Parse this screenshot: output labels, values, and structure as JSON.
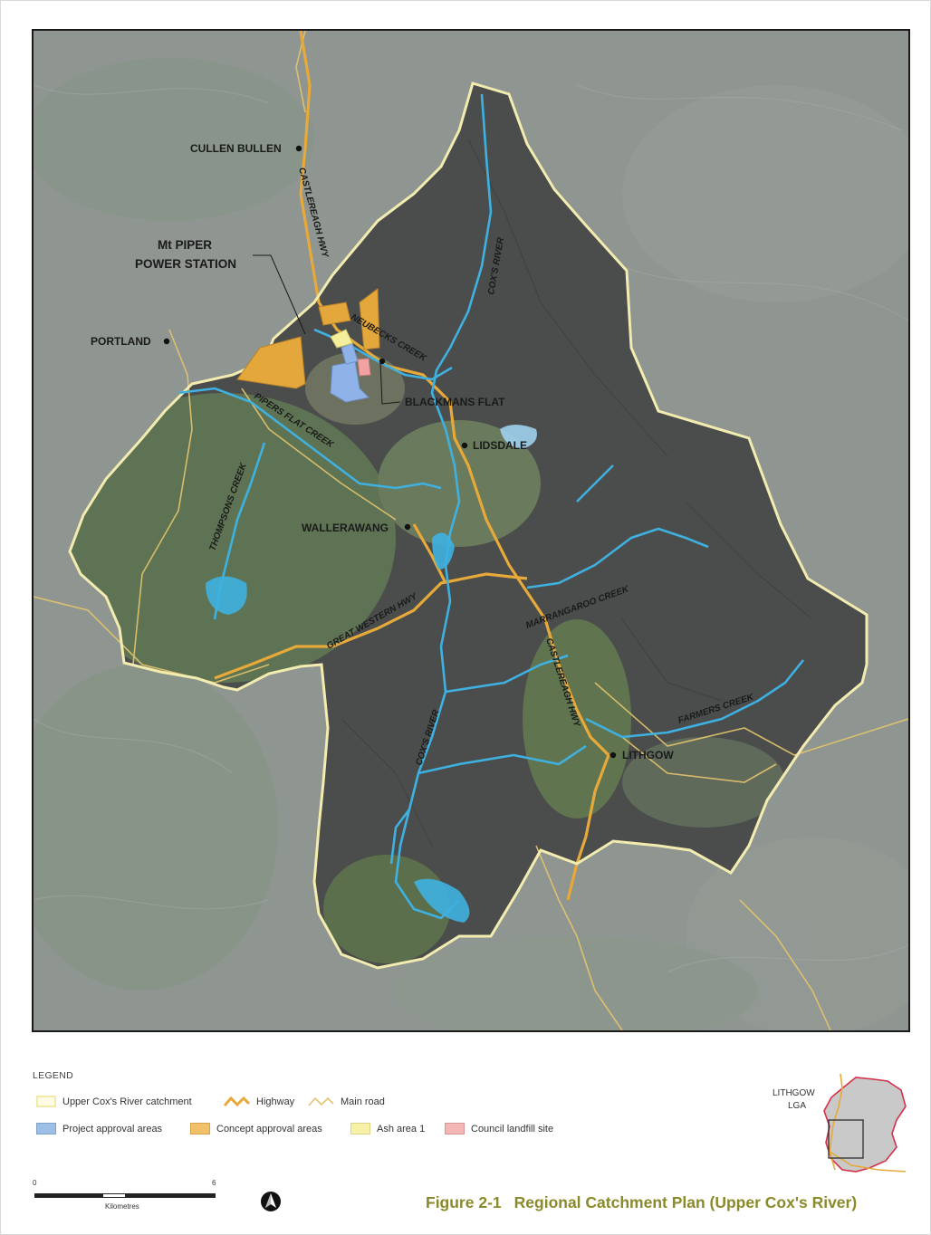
{
  "map": {
    "places": {
      "cullen_bullen": "CULLEN BULLEN",
      "mt_piper_line1": "Mt PIPER",
      "mt_piper_line2": "POWER STATION",
      "portland": "PORTLAND",
      "blackmans_flat": "BLACKMANS FLAT",
      "lidsdale": "LIDSDALE",
      "wallerawang": "WALLERAWANG",
      "lithgow": "LITHGOW"
    },
    "waterways": {
      "coxs_river_north": "COX'S RIVER",
      "coxs_river_south": "COX'S RIVER",
      "neubecks_creek": "NEUBECKS CREEK",
      "pipers_flat_creek": "PIPERS FLAT CREEK",
      "thompsons_creek": "THOMPSONS CREEK",
      "marrangaroo_creek": "MARRANGAROO CREEK",
      "farmers_creek": "FARMERS CREEK"
    },
    "roads": {
      "castlereagh_hwy_north": "CASTLEREAGH HWY",
      "castlereagh_hwy_south": "CASTLEREAGH HWY",
      "great_western_hwy": "GREAT WESTERN HWY"
    },
    "colors": {
      "catchment": "#f3ecb0",
      "highway": "#e6a93a",
      "main_road": "#e4c46e",
      "river": "#3fb1e0",
      "project_area": "#8fb3e8",
      "concept_area": "#e3a73b",
      "ash_area": "#f3ef9a",
      "landfill": "#f2a2a2"
    }
  },
  "legend": {
    "title": "LEGEND",
    "items": {
      "catchment": "Upper Cox's River catchment",
      "highway": "Highway",
      "main_road": "Main road",
      "project": "Project approval areas",
      "concept": "Concept approval areas",
      "ash": "Ash area 1",
      "landfill": "Council landfill site"
    }
  },
  "scale": {
    "min": "0",
    "max": "6",
    "unit": "Kilometres"
  },
  "figure": {
    "number": "Figure 2-1",
    "title": "Regional Catchment Plan (Upper Cox's River)"
  },
  "inset": {
    "label_line1": "LITHGOW",
    "label_line2": "LGA"
  }
}
